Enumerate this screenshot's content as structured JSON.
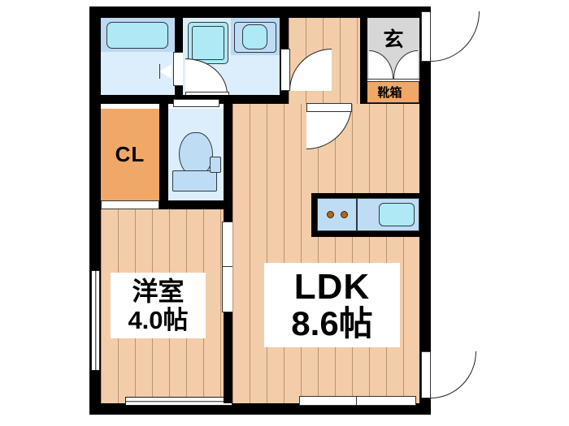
{
  "plan": {
    "type": "apartment-floor-plan",
    "unit_layout": "1LDK",
    "rooms": [
      {
        "id": "ldk",
        "label_line1": "LDK",
        "label_line2": "8.6帖",
        "area_tatami": 8.6,
        "floor": "wood"
      },
      {
        "id": "washitsu",
        "label_line1": "洋室",
        "label_line2": "4.0帖",
        "area_tatami": 4.0,
        "floor": "wood"
      },
      {
        "id": "closet",
        "label_line1": "CL",
        "label_line2": "",
        "floor": "orange"
      },
      {
        "id": "genkan",
        "label_line1": "玄",
        "label_line2": "",
        "floor": "gray"
      },
      {
        "id": "getabako",
        "label_line1": "靴箱",
        "label_line2": "",
        "floor": "orange"
      }
    ],
    "labels": {
      "ldk_name": "LDK",
      "ldk_size": "8.6帖",
      "room_name": "洋室",
      "room_size": "4.0帖",
      "closet": "CL",
      "entrance": "玄",
      "shoe_box": "靴箱"
    },
    "fixtures": [
      {
        "name": "bathtub",
        "room": "bathroom"
      },
      {
        "name": "washing-machine",
        "room": "washroom"
      },
      {
        "name": "vanity-sink",
        "room": "washroom"
      },
      {
        "name": "toilet",
        "room": "toilet"
      },
      {
        "name": "toilet-tank",
        "room": "toilet"
      },
      {
        "name": "stove-2-burner",
        "room": "kitchen"
      },
      {
        "name": "kitchen-sink",
        "room": "kitchen"
      }
    ],
    "colors": {
      "wall": "#000000",
      "wood_floor": "#F3CDA9",
      "closet_orange": "#F0A868",
      "water_area_blue": "#DCEEFB",
      "fixture_cyan": "#AEE9F5",
      "entrance_gray": "#D7D7D7",
      "background": "#FFFFFF"
    }
  }
}
